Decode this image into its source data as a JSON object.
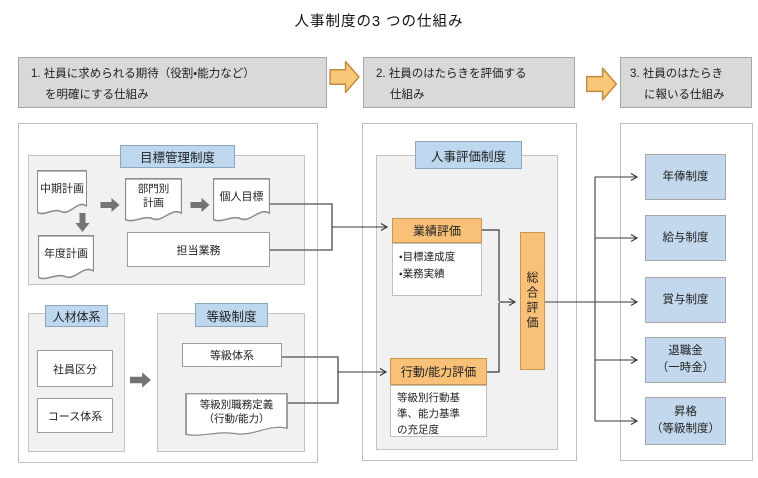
{
  "title": "人事制度の3 つの仕組み",
  "steps": [
    {
      "line1": "1. 社員に求められる期待（役割・能力など）",
      "line2": "を明確にする仕組み"
    },
    {
      "line1": "2. 社員のはたらきを評価する",
      "line2": "仕組み"
    },
    {
      "line1": "3. 社員のはたらき",
      "line2": "に報いる仕組み"
    }
  ],
  "left_panel": {
    "goal_group_title": "目標管理制度",
    "doc_mid_term": "中期計画",
    "doc_annual": "年度計画",
    "doc_department": "部門別\n計画",
    "doc_personal": "個人目標",
    "box_duty": "担当業務",
    "hr_group_title": "人材体系",
    "box_employee_class": "社員区分",
    "box_course": "コース体系",
    "grade_group_title": "等級制度",
    "box_grade_system": "等級体系",
    "doc_grade_def": "等級別職務定義\n（行動/能力）"
  },
  "middle_panel": {
    "title": "人事評価制度",
    "performance_title": "業績評価",
    "performance_items": "・目標達成度\n・業務実績",
    "behavior_title": "行動/能力評価",
    "behavior_detail": "等級別行動基\n準、能力基準\nの充足度",
    "total_title": "総合評価"
  },
  "right_panel": {
    "items": [
      "年俸制度",
      "給与制度",
      "賞与制度",
      "退職金\n（一時金）",
      "昇格\n（等級制度）"
    ]
  },
  "icons": {
    "flow_arrow": "right-block-arrow",
    "gray_right_arrow": "right-block-arrow-small",
    "gray_down_arrow": "down-block-arrow-small"
  },
  "colors": {
    "step_box_fill": "#d9d9d9",
    "blue_header_fill": "#bdd7ee",
    "reward_box_fill": "#c3d8ec",
    "orange_box_fill": "#f9c178",
    "orange_arrow_fill": "#f9c778",
    "gray_arrow_fill": "#747474",
    "group_fill": "#f1f1f1",
    "connector_color": "#3a3a3a"
  }
}
